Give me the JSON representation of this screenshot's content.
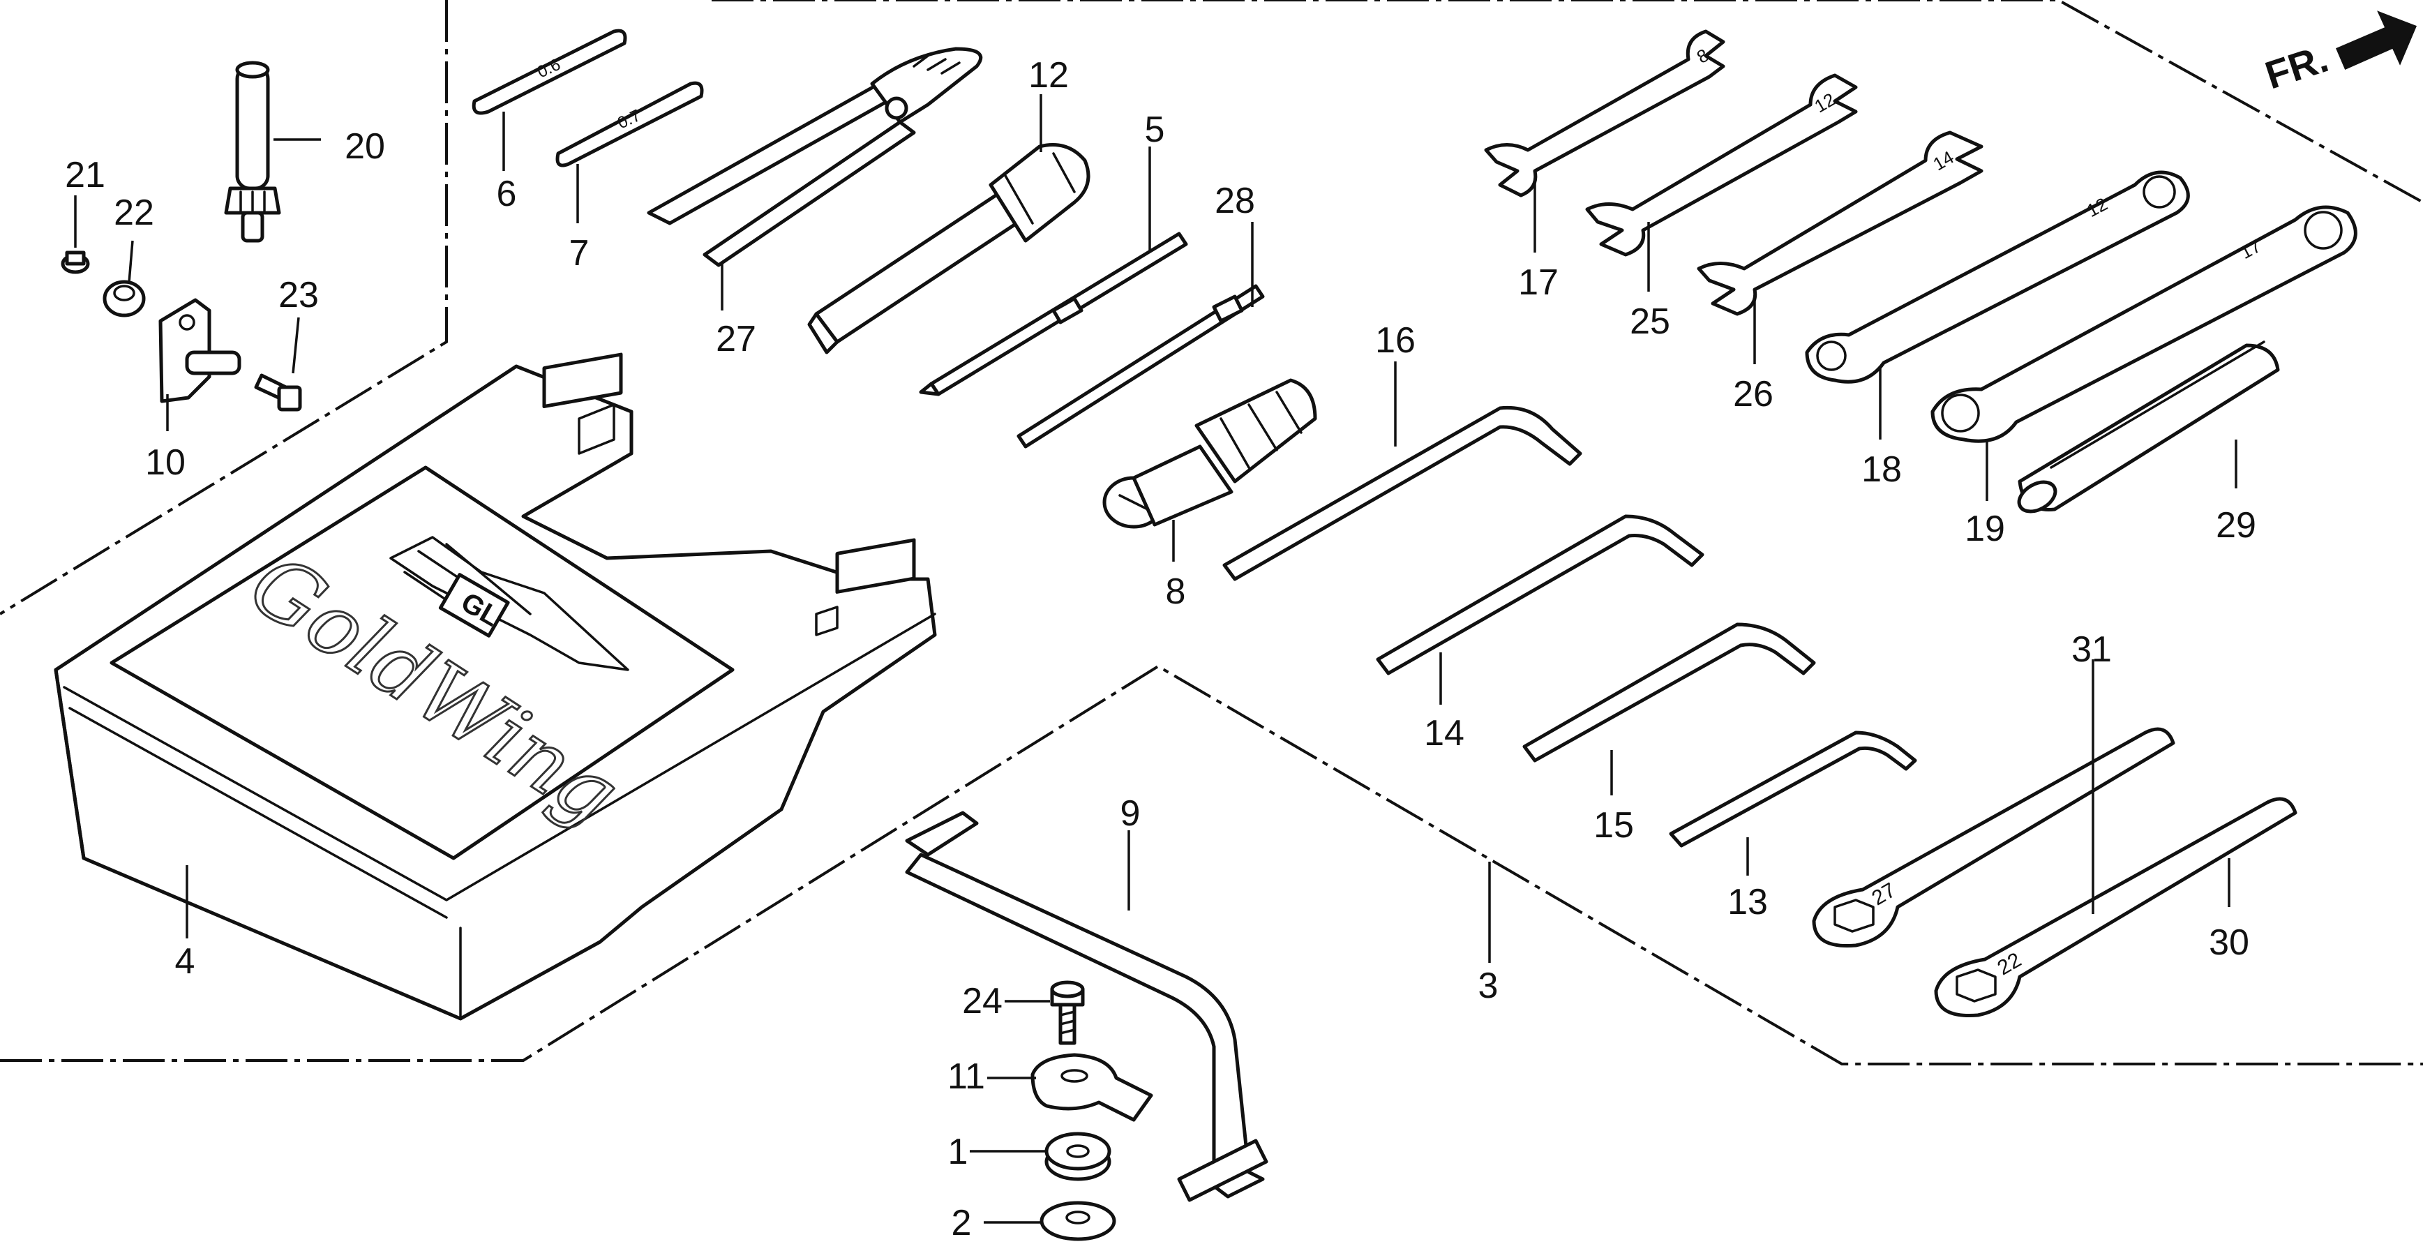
{
  "direction": {
    "text": "FR.",
    "arrow_icon": "direction-arrow-icon"
  },
  "logo_text": "GoldWing",
  "emblem_text": "GL",
  "callouts": {
    "c1": "1",
    "c2": "2",
    "c3": "3",
    "c4": "4",
    "c5": "5",
    "c6": "6",
    "c7": "7",
    "c8": "8",
    "c9": "9",
    "c10": "10",
    "c11": "11",
    "c12": "12",
    "c13": "13",
    "c14": "14",
    "c15": "15",
    "c16": "16",
    "c17": "17",
    "c18": "18",
    "c19": "19",
    "c20": "20",
    "c21": "21",
    "c22": "22",
    "c23": "23",
    "c24": "24",
    "c25": "25",
    "c26": "26",
    "c27": "27",
    "c28": "28",
    "c29": "29",
    "c30": "30",
    "c31": "31"
  },
  "stamps": {
    "wrench_30": "22",
    "wrench_31": "27",
    "wrench_17": "8",
    "wrench_25": "12",
    "wrench_26": "14",
    "wrench_18": "12",
    "wrench_19": "17",
    "gauge_6": "0.6",
    "gauge_7": "0.7"
  }
}
